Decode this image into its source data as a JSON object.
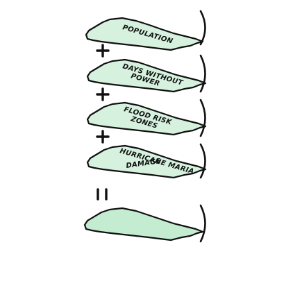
{
  "layers": [
    {
      "id": "population",
      "lines": [
        "POPULATION"
      ],
      "fill": "#d6f2df"
    },
    {
      "id": "days-without-power",
      "lines": [
        "DAYS WITHOUT",
        "POWER"
      ],
      "fill": "#d6f2df"
    },
    {
      "id": "flood-risk-zones",
      "lines": [
        "FLOOD RISK",
        "ZONES"
      ],
      "fill": "#d6f2df"
    },
    {
      "id": "hurricane-maria-damage",
      "lines": [
        "HURRICANE MARIA",
        "DAMAGE"
      ],
      "fill": "#d6f2df"
    }
  ],
  "result": {
    "fill": "#c4ecd1"
  },
  "operators": {
    "plus": "+",
    "equals": "="
  },
  "colors": {
    "ink": "#111111",
    "background": "#ffffff"
  }
}
